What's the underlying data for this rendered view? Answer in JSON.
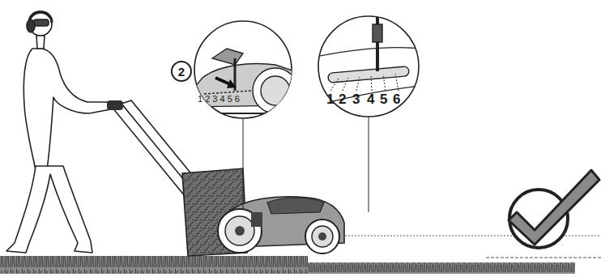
{
  "diagram": {
    "nodes": [
      {
        "text": [
          "2"
        ]
      }
    ],
    "labels": [
      "1 2 3 4 5 6",
      "1",
      "2",
      "3",
      "4",
      "5",
      "6"
    ]
  }
}
